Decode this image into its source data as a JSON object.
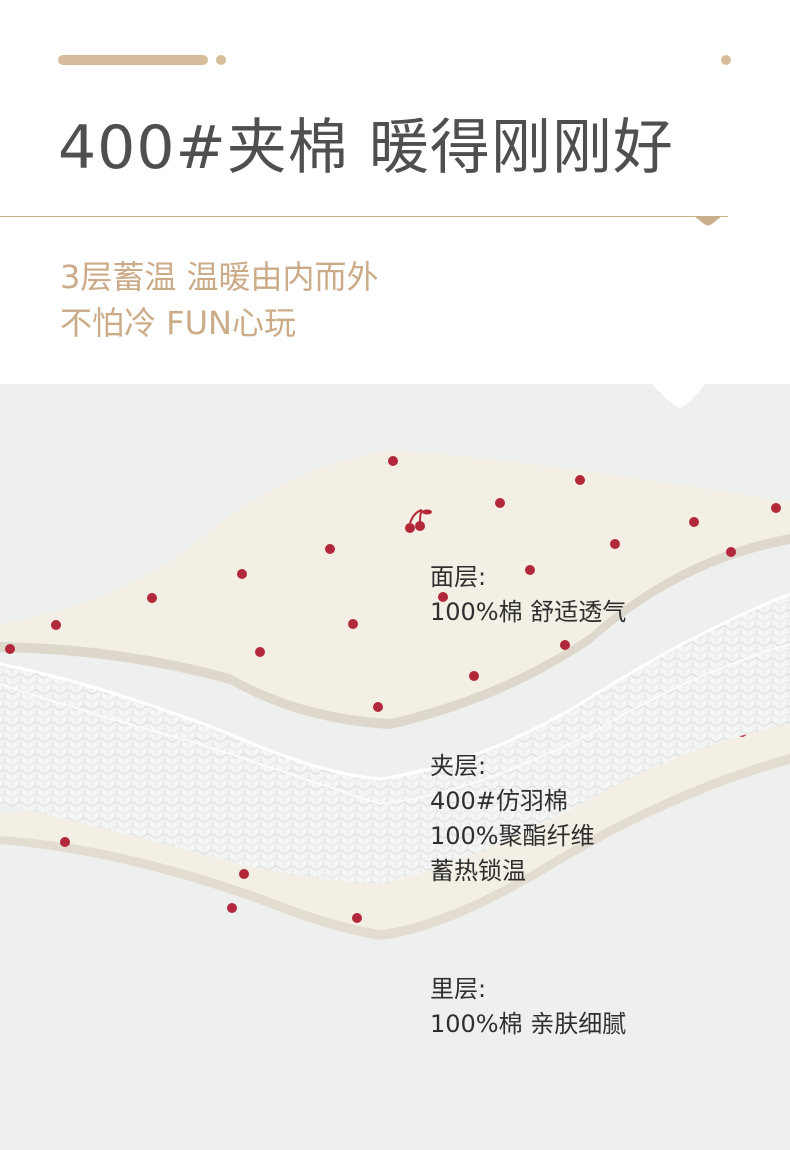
{
  "header": {
    "headline": "400#夹棉 暖得刚刚好",
    "tagline_1": "3层蓄温 温暖由内而外",
    "tagline_2": "不怕冷 FUN心玩"
  },
  "colors": {
    "accent_tan": "#d6bc9a",
    "tagline": "#ccac88",
    "headline": "#4f4f4f",
    "fabric_cream": "#f3efe4",
    "polka_dot_red": "#b2283a",
    "background_gray": "#eef0ef"
  },
  "layers": [
    {
      "title": "面层:",
      "lines": [
        "100%棉 舒适透气"
      ]
    },
    {
      "title": "夹层:",
      "lines": [
        "400#仿羽棉",
        "100%聚酯纤维",
        "蓄热锁温"
      ]
    },
    {
      "title": "里层:",
      "lines": [
        "100%棉 亲肤细腻"
      ]
    }
  ]
}
